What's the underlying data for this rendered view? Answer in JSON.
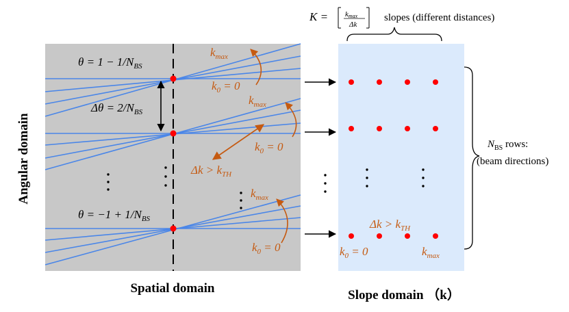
{
  "colors": {
    "spatial_bg": "#c8c8c8",
    "slope_bg": "#dbeafc",
    "beam_line": "#4a86e8",
    "point": "#ff0000",
    "annotation": "#c55a11",
    "text": "#000000"
  },
  "labels": {
    "angular_domain": "Angular domain",
    "spatial_domain": "Spatial domain",
    "slope_domain": "Slope domain （k）",
    "slopes_suffix": "slopes (different distances)",
    "K_prefix": "K =",
    "K_num": "k",
    "K_num_sub": "max",
    "K_den": "Δk",
    "rows_N": "N",
    "rows_N_sub": "BS",
    "rows_suffix": " rows:",
    "rows_desc": "(beam directions)"
  },
  "spatial": {
    "theta_top": {
      "main": "θ = 1 − 1/N",
      "sub": "BS"
    },
    "delta_theta": {
      "main": "Δθ = 2/N",
      "sub": "BS"
    },
    "theta_bottom": {
      "main": "θ = −1 + 1/N",
      "sub": "BS"
    },
    "k_max": {
      "main": "k",
      "sub": "max"
    },
    "k0": {
      "main": "k",
      "sub": "0",
      "rest": " = 0"
    },
    "delta_k_th": {
      "main": "Δk > k",
      "sub": "TH"
    }
  },
  "slope": {
    "delta_k_th": {
      "main": "Δk > k",
      "sub": "TH"
    },
    "k0": {
      "main": "k",
      "sub": "0",
      "rest": " = 0"
    },
    "k_max": {
      "main": "k",
      "sub": "max"
    },
    "dots_per_row": 4,
    "visible_rows": 3
  }
}
